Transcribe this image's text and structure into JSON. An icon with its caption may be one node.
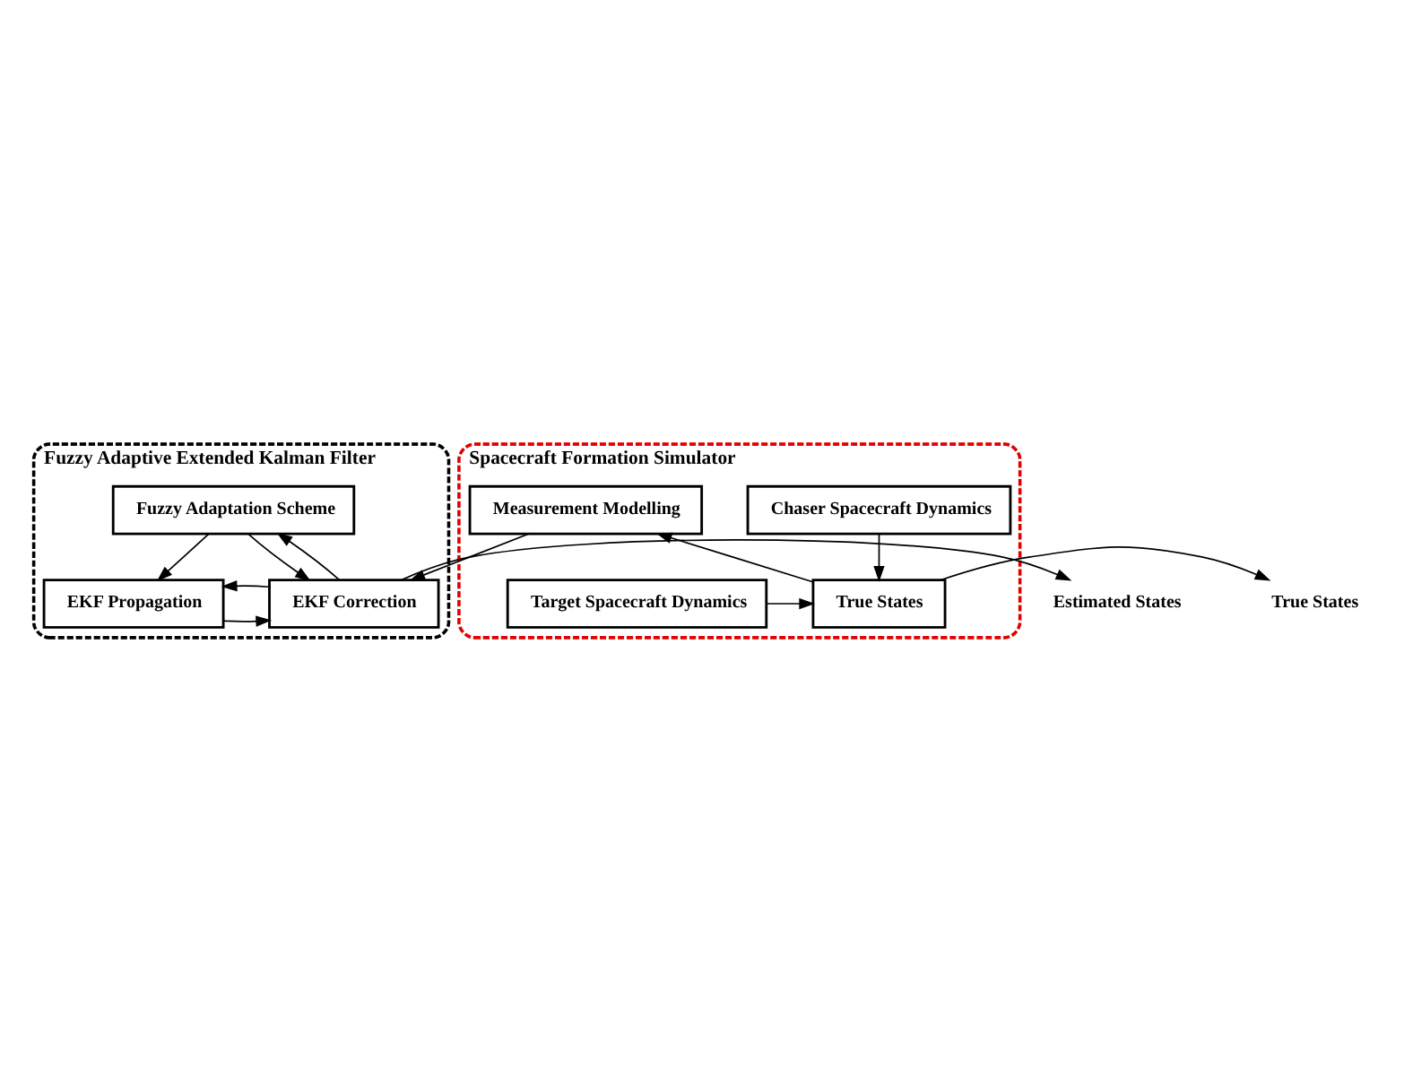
{
  "diagram": {
    "nodes": [
      {
        "text": [
          "Fuzzy Adaptive Extended Kalman Filter"
        ]
      },
      {
        "text": [
          "Fuzzy Adaptation Scheme"
        ],
        "in": 0
      },
      {
        "text": [
          "EKF Propagation"
        ],
        "in": 0
      },
      {
        "text": [
          "EKF Correction"
        ],
        "in": 0
      },
      {
        "text": [
          "Spacecraft Formation Simulator"
        ]
      },
      {
        "text": [
          "Chaser Spacecraft Dynamics"
        ],
        "in": 4
      },
      {
        "text": [
          "Target Spacecraft Dynamics"
        ],
        "in": 4
      },
      {
        "text": [
          "Measurement Modelling"
        ],
        "in": 4
      },
      {
        "text": [
          "True States"
        ],
        "in": 4
      },
      {
        "text": [
          "Estimated States"
        ]
      },
      {
        "text": [
          "True States"
        ]
      }
    ],
    "edges": [
      {
        "from": 1,
        "to": 2,
        "arrow": "to"
      },
      {
        "from": 1,
        "to": 3,
        "arrow": "to"
      },
      {
        "from": 2,
        "to": 3,
        "arrow": "to"
      },
      {
        "from": 3,
        "to": 1,
        "arrow": "to"
      },
      {
        "from": 3,
        "to": 2,
        "arrow": "to"
      },
      {
        "from": 3,
        "to": 9,
        "arrow": "to"
      },
      {
        "from": 7,
        "to": 3,
        "arrow": "to"
      },
      {
        "from": 5,
        "to": 8,
        "arrow": "to"
      },
      {
        "from": 6,
        "to": 8,
        "arrow": "to"
      },
      {
        "from": 8,
        "to": 7,
        "arrow": "to"
      },
      {
        "from": 8,
        "to": 10,
        "arrow": "to"
      }
    ]
  }
}
